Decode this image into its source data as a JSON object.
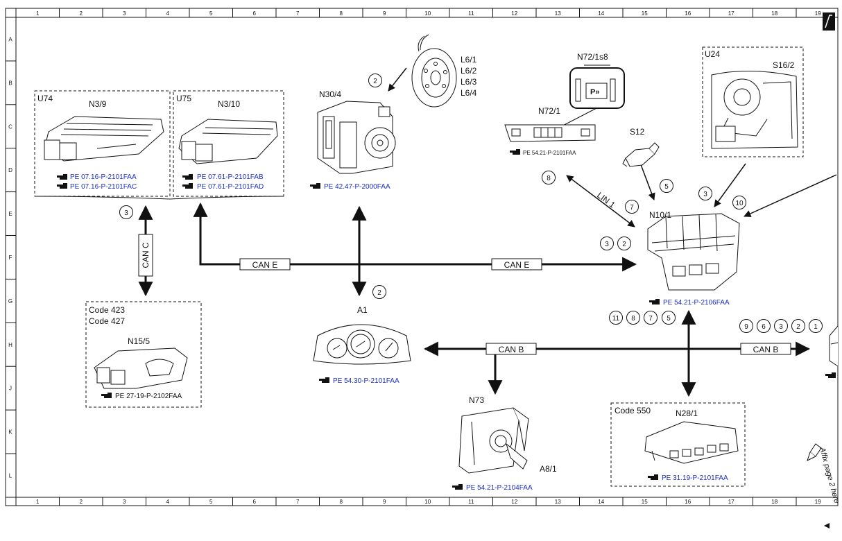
{
  "grid": {
    "columns": [
      "1",
      "2",
      "3",
      "4",
      "5",
      "6",
      "7",
      "8",
      "9",
      "10",
      "11",
      "12",
      "13",
      "14",
      "15",
      "16",
      "17",
      "18",
      "19"
    ],
    "rows": [
      "A",
      "B",
      "C",
      "D",
      "E",
      "F",
      "G",
      "H",
      "J",
      "K",
      "L"
    ]
  },
  "components": {
    "u74": {
      "group": "U74",
      "id": "N3/9",
      "refs": [
        "PE 07.16-P-2101FAA",
        "PE 07.16-P-2101FAC"
      ]
    },
    "u75": {
      "group": "U75",
      "id": "N3/10",
      "refs": [
        "PE 07.61-P-2101FAB",
        "PE 07.61-P-2101FAD"
      ]
    },
    "n30_4": {
      "id": "N30/4",
      "ref": "PE 42.47-P-2000FAA"
    },
    "l6": {
      "ids": [
        "L6/1",
        "L6/2",
        "L6/3",
        "L6/4"
      ]
    },
    "n72": {
      "switch_id": "N72/1s8",
      "id": "N72/1",
      "ref": "PE 54.21-P-2101FAA"
    },
    "s12": {
      "id": "S12"
    },
    "u24": {
      "group": "U24",
      "id": "S16/2"
    },
    "n10_1": {
      "id": "N10/1",
      "ref": "PE 54.21-P-2106FAA"
    },
    "n15_5": {
      "codes": [
        "Code 423",
        "Code 427"
      ],
      "id": "N15/5",
      "ref": "PE 27-19-P-2102FAA"
    },
    "a1": {
      "id": "A1",
      "ref": "PE 54.30-P-2101FAA"
    },
    "n73": {
      "id": "N73",
      "sub_id": "A8/1",
      "ref": "PE 54.21-P-2104FAA"
    },
    "n28_1": {
      "code": "Code 550",
      "id": "N28/1",
      "ref": "PE 31.19-P-2101FAA"
    },
    "partial_right": {
      "ref_prefix": ""
    }
  },
  "buses": {
    "can_c": "CAN C",
    "can_e_left": "CAN E",
    "can_e_right": "CAN E",
    "lin1": "LIN 1",
    "can_b_left": "CAN B",
    "can_b_right": "CAN B"
  },
  "circled_numbers": {
    "n30_arrow": "2",
    "can_c": "3",
    "can_e_down": "2",
    "lin_left": "8",
    "lin_right": "7",
    "s12": "5",
    "u24": "3",
    "right_line": "10",
    "n10_left": [
      "3",
      "2"
    ],
    "n10_below": [
      "11",
      "8",
      "7",
      "5"
    ],
    "can_b_right": [
      "9",
      "6",
      "3",
      "2",
      "1"
    ]
  },
  "side_note": "Affix page 2 here",
  "colors": {
    "reference_link": "#1c2fc4",
    "line": "#111111"
  }
}
